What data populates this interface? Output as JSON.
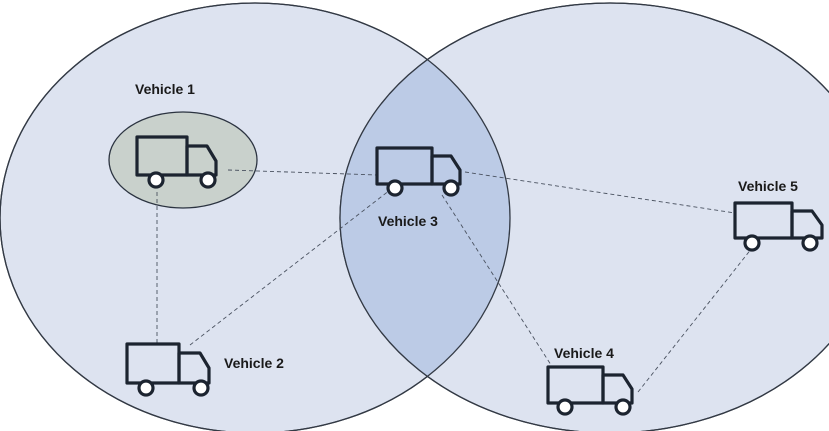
{
  "vehicles": [
    {
      "id": "v1",
      "label": "Vehicle 1"
    },
    {
      "id": "v2",
      "label": "Vehicle 2"
    },
    {
      "id": "v3",
      "label": "Vehicle 3"
    },
    {
      "id": "v4",
      "label": "Vehicle 4"
    },
    {
      "id": "v5",
      "label": "Vehicle 5"
    }
  ],
  "links": [
    [
      "v1",
      "v3"
    ],
    [
      "v1",
      "v2"
    ],
    [
      "v2",
      "v3"
    ],
    [
      "v3",
      "v4"
    ],
    [
      "v3",
      "v5"
    ],
    [
      "v4",
      "v5"
    ]
  ],
  "colors": {
    "range_fill": "#dde3f0",
    "overlap_fill": "#bccbe6",
    "range_stroke": "#333a45",
    "highlight_fill": "#c9d1cc",
    "truck_stroke": "#1c2430"
  }
}
